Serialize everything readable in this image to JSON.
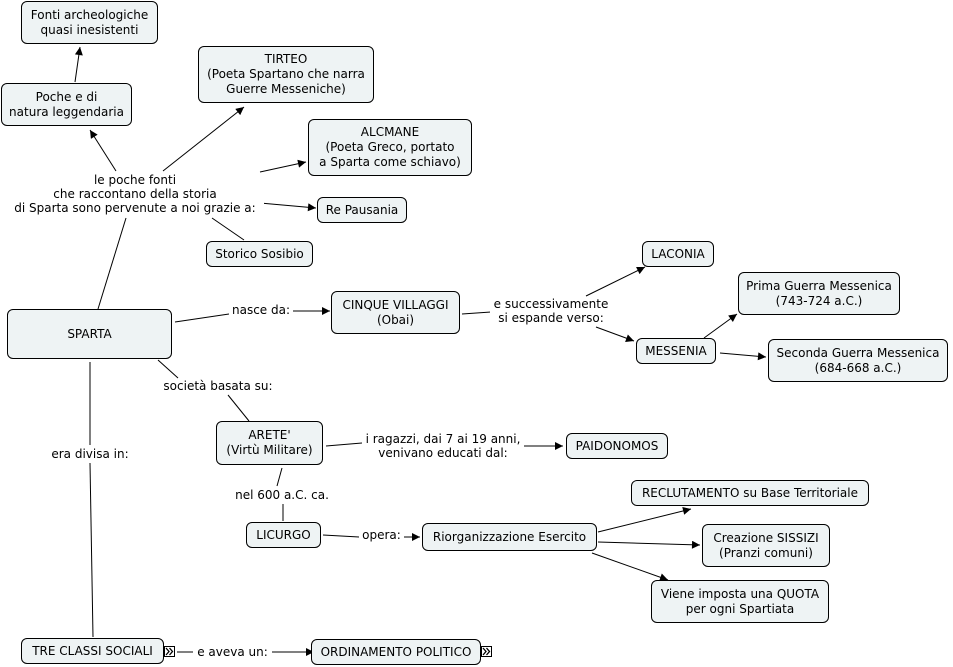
{
  "nodes": {
    "fonti_archeo": "Fonti archeologiche\nquasi inesistenti",
    "poche_leggendaria": "Poche e di\nnatura leggendaria",
    "tirteo": "TIRTEO\n(Poeta Spartano che narra\nGuerre Messeniche)",
    "alcmane": "ALCMANE\n(Poeta Greco, portato\na Sparta come schiavo)",
    "re_pausania": "Re Pausania",
    "storico_sosibio": "Storico Sosibio",
    "sparta": "SPARTA",
    "cinque_villaggi": "CINQUE VILLAGGI\n(Obai)",
    "laconia": "LACONIA",
    "messenia": "MESSENIA",
    "prima_guerra": "Prima Guerra Messenica\n(743-724 a.C.)",
    "seconda_guerra": "Seconda Guerra Messenica\n(684-668 a.C.)",
    "arete": "ARETE'\n(Virtù Militare)",
    "paidonomos": "PAIDONOMOS",
    "licurgo": "LICURGO",
    "riorganizzazione": "Riorganizzazione Esercito",
    "reclutamento": "RECLUTAMENTO su Base Territoriale",
    "creazione_sissizi": "Creazione SISSIZI\n(Pranzi comuni)",
    "quota": "Viene imposta una QUOTA\nper ogni Spartiata",
    "tre_classi": "TRE CLASSI SOCIALI",
    "ordinamento": "ORDINAMENTO POLITICO"
  },
  "linking_phrases": {
    "poche_fonti": "le poche fonti\nche raccontano della storia\ndi Sparta sono pervenute a noi grazie a:",
    "nasce_da": "nasce da:",
    "successivamente": "e successivamente\nsi espande verso:",
    "societa": "società basata su:",
    "era_divisa": "era divisa in:",
    "ragazzi": "i ragazzi, dai 7 ai 19 anni,\nvenivano educati dal:",
    "nel_600": "nel 600 a.C. ca.",
    "opera": "opera:",
    "aveva_un": "e aveva un:"
  },
  "icons": {
    "expander": "double-chevron-right-icon"
  },
  "colors": {
    "node_fill": "#eef3f4",
    "stroke": "#000000"
  }
}
